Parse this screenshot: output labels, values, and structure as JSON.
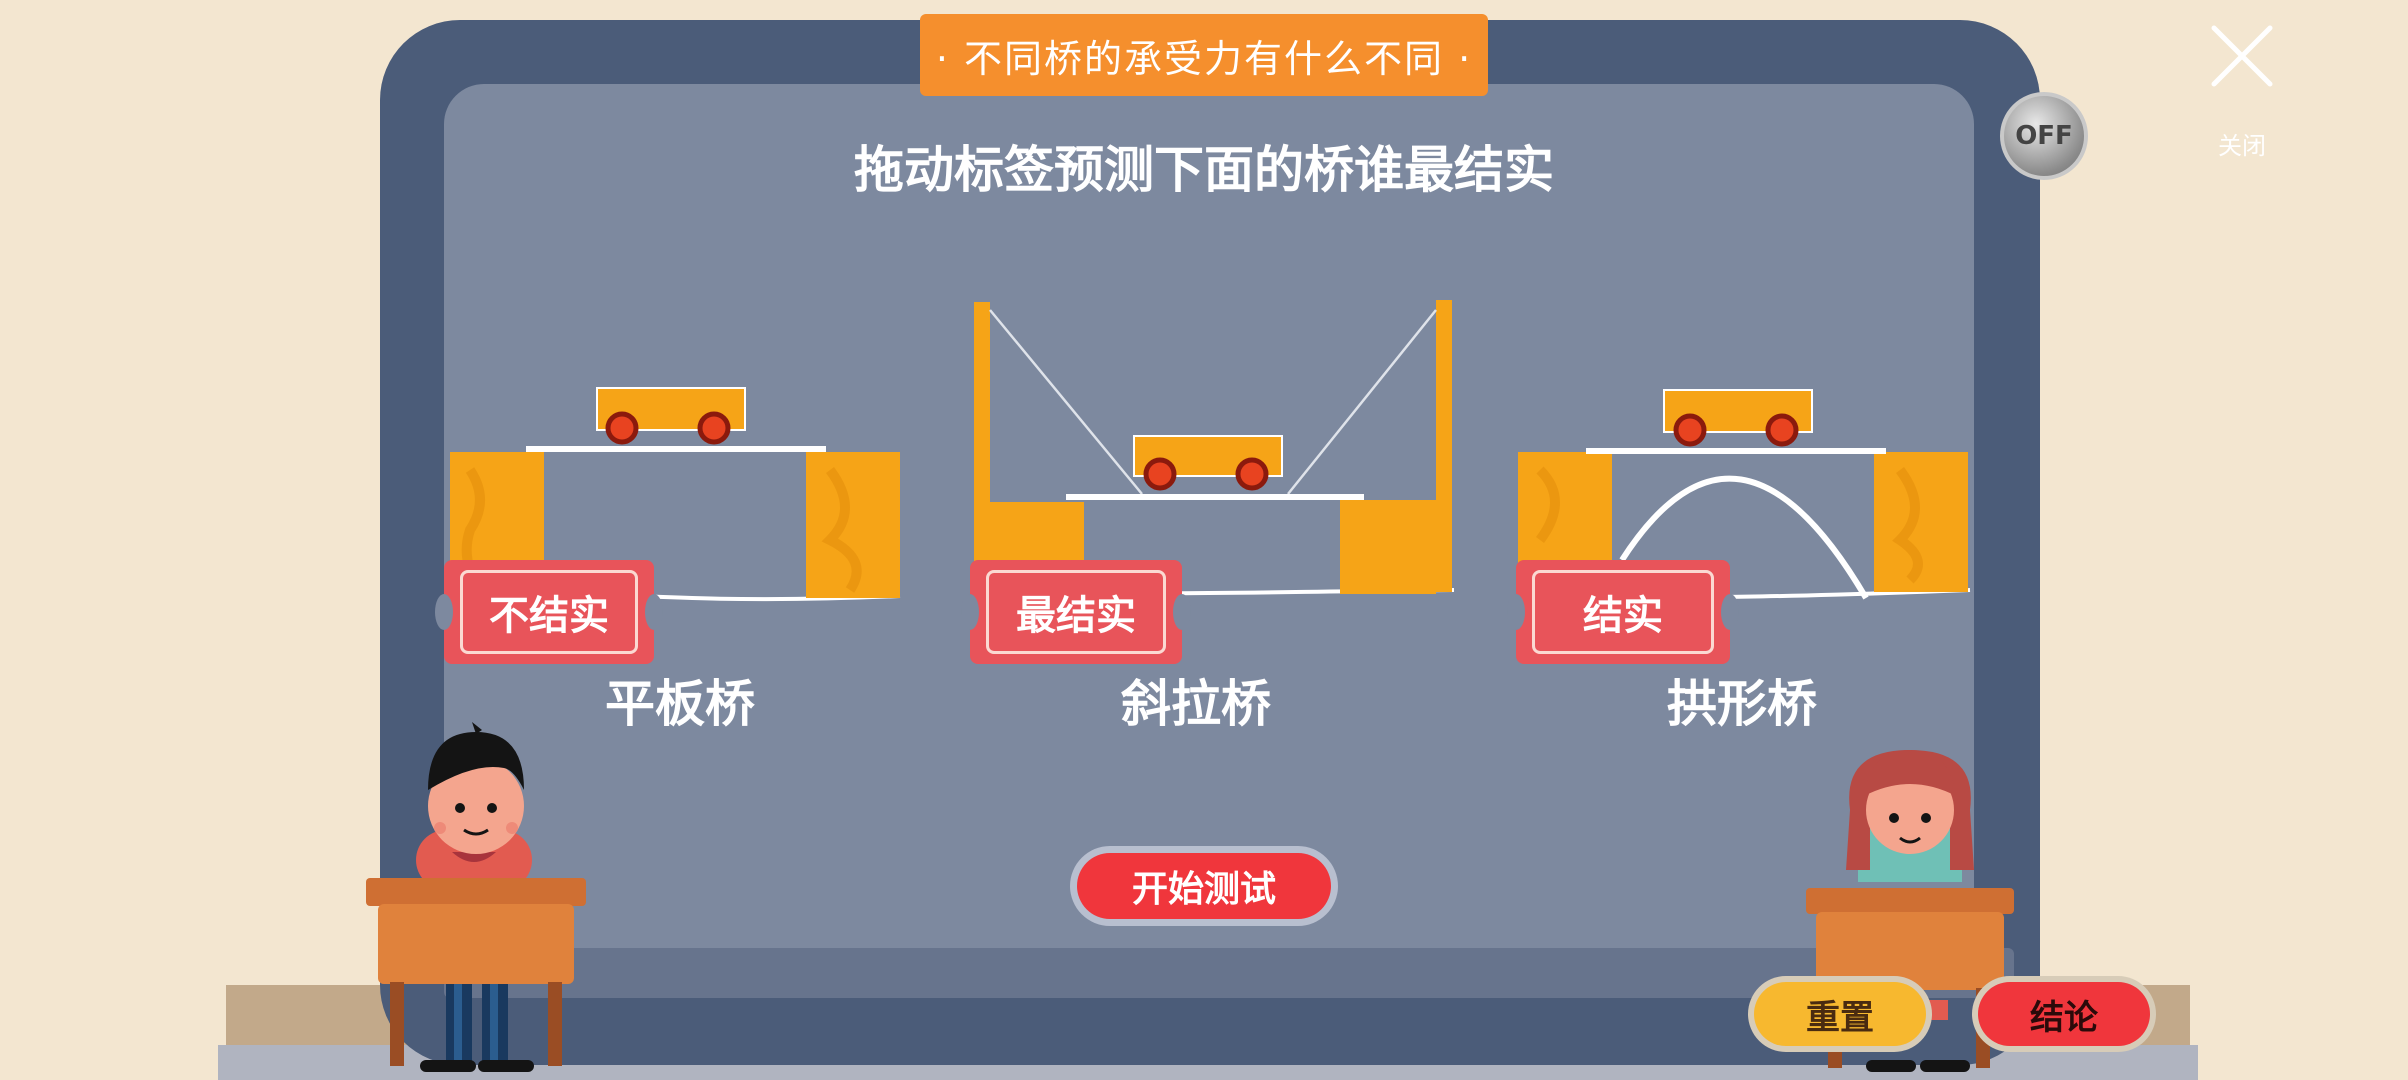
{
  "header": {
    "title": "· 不同桥的承受力有什么不同 ·"
  },
  "instruction": "拖动标签预测下面的桥谁最结实",
  "close": {
    "label": "关闭",
    "icon": "close-icon"
  },
  "sound": {
    "label": "OFF"
  },
  "labels": {
    "flat": "不结实",
    "cable": "最结实",
    "arch": "结实"
  },
  "bridges": {
    "flat": "平板桥",
    "cable": "斜拉桥",
    "arch": "拱形桥"
  },
  "buttons": {
    "start": "开始测试",
    "reset": "重置",
    "conclusion": "结论"
  },
  "colors": {
    "background": "#f3e6d0",
    "board_frame": "#4b5c79",
    "board_inner": "#7d899f",
    "banner": "#f58f2d",
    "pillar": "#f6a417",
    "tag": "#e8545a",
    "start_button": "#f0363c",
    "reset_button": "#f7b82f"
  }
}
